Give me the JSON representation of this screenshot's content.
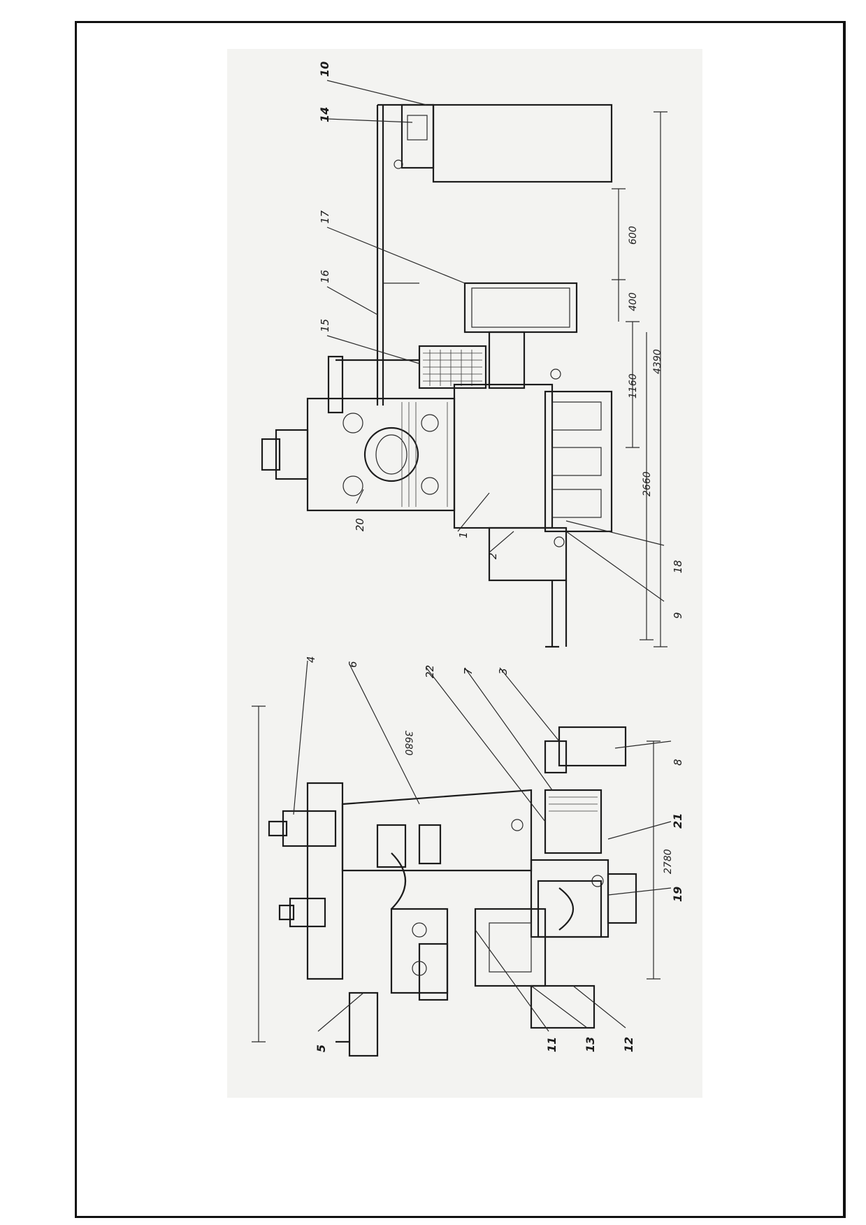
{
  "drawing": {
    "top_view": {
      "callouts": [
        "10",
        "14",
        "17",
        "16",
        "15",
        "20",
        "1",
        "2",
        "18",
        "9"
      ],
      "dimensions": [
        "600",
        "400",
        "1160",
        "4390",
        "2660"
      ]
    },
    "side_view": {
      "callouts": [
        "4",
        "6",
        "22",
        "7",
        "3",
        "8",
        "21",
        "19",
        "12",
        "13",
        "11",
        "5"
      ],
      "dimensions": [
        "3680",
        "2780"
      ]
    }
  },
  "colors": {
    "ink": "#1c1c1c",
    "paper": "#f3f3f1",
    "frame": "#111111"
  }
}
